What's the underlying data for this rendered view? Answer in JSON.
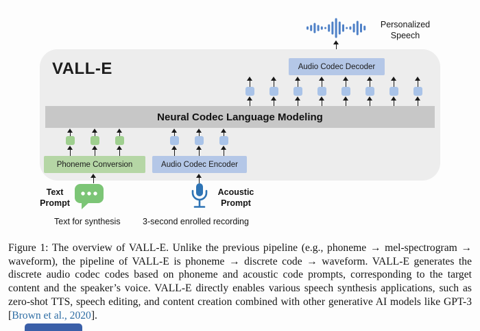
{
  "figure": {
    "title": "VALL-E",
    "personalized_speech_label": "Personalized\nSpeech",
    "decoder_label": "Audio Codec Decoder",
    "nclm_label": "Neural Codec Language Modeling",
    "phoneme_conversion_label": "Phoneme Conversion",
    "encoder_label": "Audio Codec Encoder",
    "text_prompt_label": "Text\nPrompt",
    "acoustic_prompt_label": "Acoustic\nPrompt",
    "text_for_synthesis_label": "Text for synthesis",
    "recording_label": "3-second enrolled recording",
    "token_counts": {
      "output_codes": 8,
      "phoneme_tokens": 3,
      "acoustic_tokens": 3
    },
    "icons": {
      "waveform": "waveform-icon",
      "speech_bubble": "speech-bubble-icon",
      "microphone": "microphone-icon",
      "arrows": "arrow-up-icon"
    },
    "colors": {
      "panel_bg": "#ededed",
      "modeling_bar_bg": "#c7c7c7",
      "blue_box": "#b4c7e7",
      "green_box": "#b5d6a5",
      "blue_token": "#a9c3e8",
      "green_token": "#9fcf8f",
      "waveform_blue": "#4f81c7",
      "bubble_green": "#7cc576",
      "mic_blue": "#2e74b5",
      "citation_link": "#2e6da4"
    }
  },
  "caption": {
    "part1": "Figure 1: The overview of VALL-E. Unlike the previous pipeline (e.g., phoneme → mel-spectrogram → waveform), the pipeline of VALL-E is phoneme → discrete code → waveform. VALL-E generates the discrete audio codec codes based on phoneme and acoustic code prompts, corresponding to the target content and the speaker’s voice. VALL-E directly enables various speech synthesis applications, such as zero-shot TTS, speech editing, and content creation combined with other generative AI models like GPT-3 [",
    "citation": "Brown et al., 2020",
    "part2": "]."
  }
}
